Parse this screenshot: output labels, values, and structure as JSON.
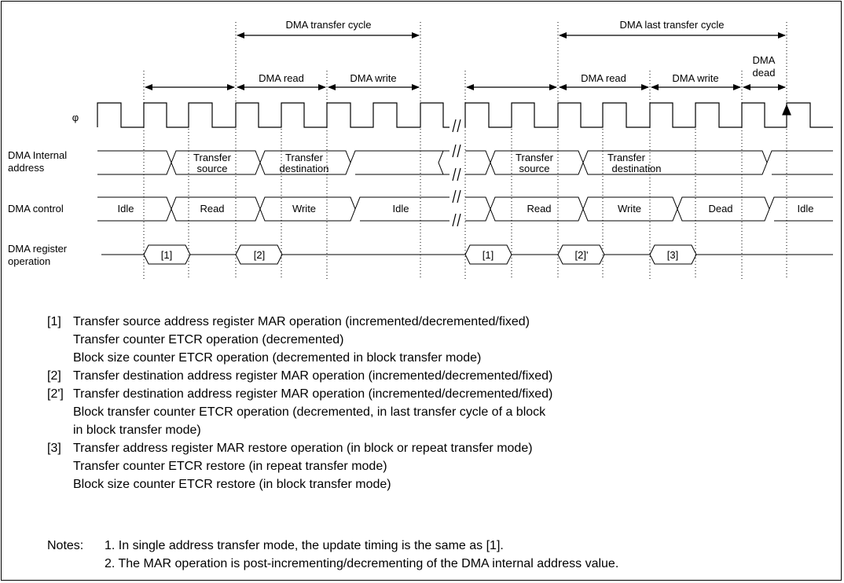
{
  "timing": {
    "spans": {
      "dma_transfer_cycle": "DMA transfer cycle",
      "dma_last_transfer_cycle": "DMA last transfer cycle",
      "dma_read_1": "DMA read",
      "dma_write_1": "DMA write",
      "dma_read_2": "DMA read",
      "dma_write_2": "DMA write",
      "dma_dead_line1": "DMA",
      "dma_dead_line2": "dead"
    },
    "signals": {
      "phi": "φ",
      "internal_address_line1": "DMA Internal",
      "internal_address_line2": "address",
      "control": "DMA control",
      "register_op_line1": "DMA register",
      "register_op_line2": "operation"
    },
    "address_values": {
      "src1_a": "Transfer",
      "src1_b": "source",
      "dst1_a": "Transfer",
      "dst1_b": "destination",
      "src2_a": "Transfer",
      "src2_b": "source",
      "dst2_a": "Transfer",
      "dst2_b": "destination"
    },
    "control_values": [
      "Idle",
      "Read",
      "Write",
      "Idle",
      "Read",
      "Write",
      "Dead",
      "Idle"
    ],
    "register_values": [
      "[1]",
      "[2]",
      "[1]",
      "[2]'",
      "[3]"
    ]
  },
  "legend": [
    {
      "key": "[1]",
      "lines": [
        "Transfer source address register MAR operation (incremented/decremented/fixed)",
        "Transfer counter ETCR operation (decremented)",
        "Block size counter ETCR operation (decremented in block transfer mode)"
      ]
    },
    {
      "key": "[2]",
      "lines": [
        "Transfer destination address register MAR operation (incremented/decremented/fixed)"
      ]
    },
    {
      "key": "[2']",
      "lines": [
        "Transfer destination address register MAR operation (incremented/decremented/fixed)",
        "Block transfer counter ETCR operation (decremented, in last transfer cycle of a block",
        "in block transfer mode)"
      ]
    },
    {
      "key": "[3]",
      "lines": [
        "Transfer address register MAR restore operation (in block or repeat transfer mode)",
        "Transfer counter ETCR restore (in repeat transfer mode)",
        "Block size counter ETCR restore (in block transfer mode)"
      ]
    }
  ],
  "notes": {
    "label": "Notes:",
    "items": [
      "1. In single address transfer mode, the update timing is the same as [1].",
      "2. The MAR operation is post-incrementing/decrementing of the DMA internal address value."
    ]
  }
}
